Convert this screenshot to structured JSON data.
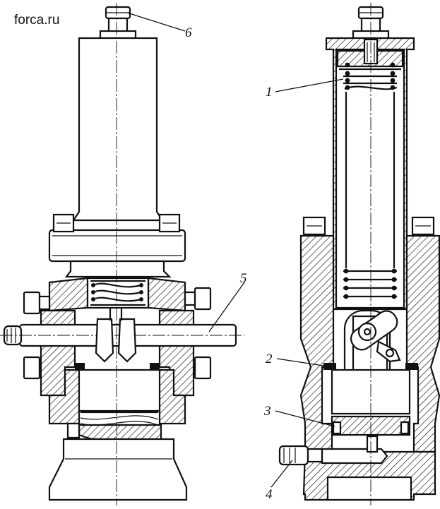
{
  "watermark": "forca.ru",
  "callouts": [
    {
      "id": "1",
      "text": "1"
    },
    {
      "id": "2",
      "text": "2"
    },
    {
      "id": "3",
      "text": "3"
    },
    {
      "id": "4",
      "text": "4"
    },
    {
      "id": "5",
      "text": "5"
    },
    {
      "id": "6",
      "text": "6"
    }
  ]
}
